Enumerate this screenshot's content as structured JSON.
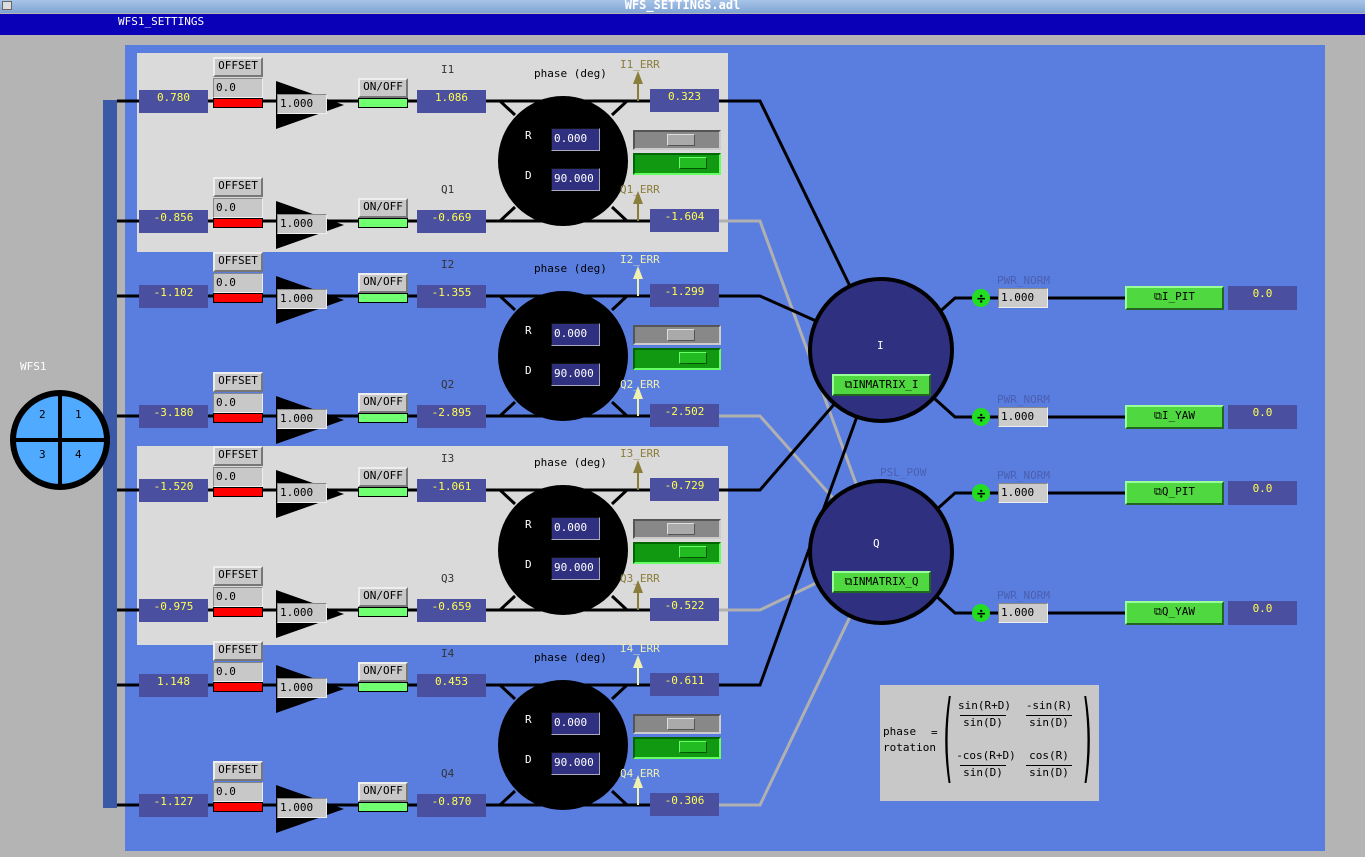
{
  "window": {
    "title": "WFS_SETTINGS.adl",
    "banner": "WFS1_SETTINGS"
  },
  "wfs": {
    "label": "WFS1",
    "quadrants": [
      "2",
      "1",
      "3",
      "4"
    ]
  },
  "labels": {
    "offset": "OFFSET",
    "onoff": "ON/OFF",
    "phase": "phase (deg)",
    "r": "R",
    "d": "D",
    "pwr_norm": "PWR_NORM",
    "psl_pow": "PSL_POW"
  },
  "channels": [
    {
      "panel": "gray",
      "R": "0.000",
      "D": "90.000",
      "I": {
        "label": "I1",
        "readback": "0.780",
        "offset": "0.0",
        "gain": "1.000",
        "value": "1.086",
        "err_label": "I1_ERR",
        "err": "0.323"
      },
      "Q": {
        "label": "Q1",
        "readback": "-0.856",
        "offset": "0.0",
        "gain": "1.000",
        "value": "-0.669",
        "err_label": "Q1_ERR",
        "err": "-1.604"
      }
    },
    {
      "panel": "blue",
      "R": "0.000",
      "D": "90.000",
      "I": {
        "label": "I2",
        "readback": "-1.102",
        "offset": "0.0",
        "gain": "1.000",
        "value": "-1.355",
        "err_label": "I2_ERR",
        "err": "-1.299"
      },
      "Q": {
        "label": "Q2",
        "readback": "-3.180",
        "offset": "0.0",
        "gain": "1.000",
        "value": "-2.895",
        "err_label": "Q2_ERR",
        "err": "-2.502"
      }
    },
    {
      "panel": "gray",
      "R": "0.000",
      "D": "90.000",
      "I": {
        "label": "I3",
        "readback": "-1.520",
        "offset": "0.0",
        "gain": "1.000",
        "value": "-1.061",
        "err_label": "I3_ERR",
        "err": "-0.729"
      },
      "Q": {
        "label": "Q3",
        "readback": "-0.975",
        "offset": "0.0",
        "gain": "1.000",
        "value": "-0.659",
        "err_label": "Q3_ERR",
        "err": "-0.522"
      }
    },
    {
      "panel": "blue",
      "R": "0.000",
      "D": "90.000",
      "I": {
        "label": "I4",
        "readback": "1.148",
        "offset": "0.0",
        "gain": "1.000",
        "value": "0.453",
        "err_label": "I4_ERR",
        "err": "-0.611"
      },
      "Q": {
        "label": "Q4",
        "readback": "-1.127",
        "offset": "0.0",
        "gain": "1.000",
        "value": "-0.870",
        "err_label": "Q4_ERR",
        "err": "-0.306"
      }
    }
  ],
  "matrix": {
    "I": {
      "label": "I",
      "button": "INMATRIX_I"
    },
    "Q": {
      "label": "Q",
      "button": "INMATRIX_Q"
    }
  },
  "outputs": [
    {
      "norm": "1.000",
      "button": "I_PIT",
      "value": "0.0"
    },
    {
      "norm": "1.000",
      "button": "I_YAW",
      "value": "0.0"
    },
    {
      "norm": "1.000",
      "button": "Q_PIT",
      "value": "0.0"
    },
    {
      "norm": "1.000",
      "button": "Q_YAW",
      "value": "0.0"
    }
  ],
  "formula": {
    "lhs1": "phase",
    "lhs2": "rotation",
    "eq": "=",
    "m11n": "sin(R+D)",
    "m11d": "sin(D)",
    "m12n": "-sin(R)",
    "m12d": "sin(D)",
    "m21n": "-cos(R+D)",
    "m21d": "sin(D)",
    "m22n": "cos(R)",
    "m22d": "sin(D)"
  },
  "colors": {
    "panel_blue": "#5a7ee0",
    "readback_bg": "#4b4fa0",
    "readback_text": "#ffff50",
    "offset_bar": "#ff0000",
    "onoff_bar": "#70ff70",
    "button_green": "#50d840",
    "matrix_circle": "#303080"
  }
}
